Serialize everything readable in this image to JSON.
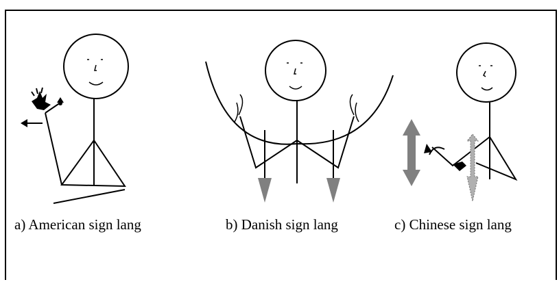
{
  "panels": [
    {
      "id": "a",
      "caption": "a) American sign lang"
    },
    {
      "id": "b",
      "caption": "b) Danish sign lang"
    },
    {
      "id": "c",
      "caption": "c) Chinese sign lang"
    }
  ],
  "colors": {
    "line": "#000000",
    "arrow": "#808080",
    "background": "#ffffff"
  }
}
